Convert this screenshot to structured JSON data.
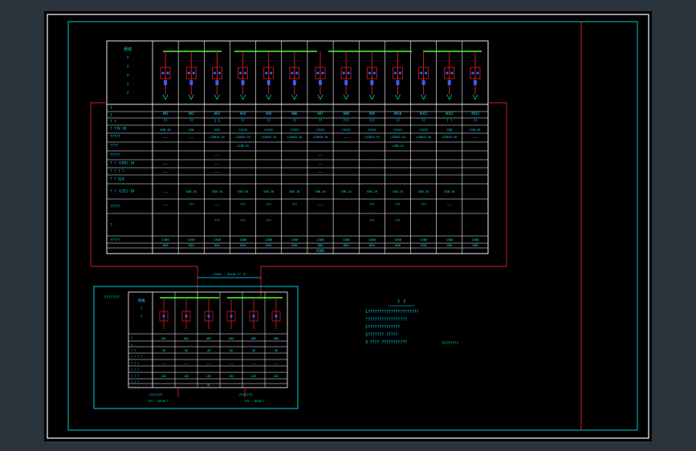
{
  "viewer": {
    "background": "#212830",
    "sheet_color": "#000000",
    "frame_color": "#ffffff",
    "inner_frame_color": "#00c8d8",
    "title_strip_color": "#d02020"
  },
  "colors": {
    "table_line": "#ffffff",
    "text": "#00e5ff",
    "busbar": "#4cff2e",
    "feeder": "#e02020",
    "device": "#3a5cff",
    "cable_link": "#d02020"
  },
  "main_panel": {
    "side_labels": [
      "母线",
      "?",
      "?",
      "?",
      "?",
      "?"
    ],
    "row_labels": [
      "1",
      "1",
      "?  ?",
      "?  YJV-10",
      "?????",
      "????",
      "?????",
      "? ?  (LMZ)-10",
      "? ?  ?  ?",
      "? ?  XLA",
      "? ? (LZZ)-10",
      "?????",
      "?",
      "?????"
    ],
    "columns": [
      {
        "no": "AH1",
        "type": "??",
        "r1": "",
        "r2": "KYN-10",
        "r3": "———",
        "r4": "",
        "r5": "",
        "r6": "———",
        "r7": "———",
        "r8": "———",
        "r9": "———",
        "r10": "",
        "len": "1300",
        "w": "800"
      },
      {
        "no": "AH2",
        "type": "??",
        "r1": "",
        "r2": "XGN",
        "r3": "———",
        "r4": "",
        "r5": "",
        "r6": "",
        "r7": "",
        "r8": "GSN-10",
        "r9": "???",
        "r10": "",
        "len": "1300",
        "w": "800"
      },
      {
        "no": "AH3",
        "type": "1 1",
        "r1": "",
        "r2": "XGN",
        "r3": "LZZBJ9-10",
        "r4": "",
        "r5": "———",
        "r6": "———",
        "r7": "———",
        "r8": "GSN-10",
        "r9": "———",
        "r10": "???",
        "len": "1300",
        "w": "800"
      },
      {
        "no": "AH4",
        "type": "??",
        "r1": "",
        "r2": "YJV22",
        "r3": "LZZBJ9-10",
        "r4": "LZZB-10",
        "r5": "",
        "r6": "",
        "r7": "",
        "r8": "GSN-10",
        "r9": "???",
        "r10": "???",
        "len": "1300",
        "w": "800"
      },
      {
        "no": "AH5",
        "type": "??",
        "r1": "",
        "r2": "YJV22",
        "r3": "LZZBJ9-10",
        "r4": "",
        "r5": "",
        "r6": "",
        "r7": "",
        "r8": "GSN-10",
        "r9": "???",
        "r10": "???",
        "len": "1300",
        "w": "800"
      },
      {
        "no": "AH6",
        "type": "??",
        "r1": "",
        "r2": "YJV22",
        "r3": "LZZBJ9-10",
        "r4": "",
        "r5": "",
        "r6": "",
        "r7": "",
        "r8": "GSN-10",
        "r9": "???",
        "r10": "",
        "len": "1300",
        "w": "800"
      },
      {
        "no": "AH7",
        "type": "??",
        "r1": "",
        "r2": "YJV22",
        "r3": "LZZBJ9-10",
        "r4": "",
        "r5": "———",
        "r6": "———",
        "r7": "———",
        "r8": "GSN-10",
        "r9": "———",
        "r10": "",
        "len": "1300",
        "w": "800"
      },
      {
        "no": "AH8",
        "type": "???",
        "r1": "",
        "r2": "YJV22",
        "r3": "———",
        "r4": "",
        "r5": "",
        "r6": "",
        "r7": "",
        "r8": "GSN-10",
        "r9": "",
        "r10": "",
        "len": "1300",
        "w": "800"
      },
      {
        "no": "AH9",
        "type": "???",
        "r1": "",
        "r2": "YJV22",
        "r3": "LZZBJ9-10",
        "r4": "",
        "r5": "",
        "r6": "",
        "r7": "",
        "r8": "GSN-10",
        "r9": "???",
        "r10": "???",
        "len": "1300",
        "w": "800"
      },
      {
        "no": "AH10",
        "type": "??",
        "r1": "",
        "r2": "YJV22",
        "r3": "LZZBJ9-10",
        "r4": "LZZB-10",
        "r5": "",
        "r6": "",
        "r7": "",
        "r8": "GSN-10",
        "r9": "???",
        "r10": "???",
        "len": "1300",
        "w": "800"
      },
      {
        "no": "AH11",
        "type": "??",
        "r1": "",
        "r2": "YJV22",
        "r3": "LZZBJ9-10",
        "r4": "",
        "r5": "",
        "r6": "",
        "r7": "",
        "r8": "GSN-10",
        "r9": "???",
        "r10": "",
        "len": "1300",
        "w": "800"
      },
      {
        "no": "AH12",
        "type": "? ?",
        "r1": "",
        "r2": "XGN",
        "r3": "LZZBJ9-10",
        "r4": "",
        "r5": "",
        "r6": "",
        "r7": "",
        "r8": "GSN-10",
        "r9": "———",
        "r10": "",
        "len": "1300",
        "w": "800"
      },
      {
        "no": "AH13",
        "type": "??",
        "r1": "",
        "r2": "KYN-10",
        "r3": "———",
        "r4": "",
        "r5": "",
        "r6": "",
        "r7": "",
        "r8": "",
        "r9": "",
        "r10": "",
        "len": "1300",
        "w": "800"
      }
    ],
    "total_label": "9200"
  },
  "cable_label": "YJV22 - 3X120  ?? ??",
  "sub_panel": {
    "title": "???????",
    "side_labels": [
      "母线",
      "?",
      "?"
    ],
    "columns": [
      "AH1",
      "AH2",
      "AH3",
      "AH4",
      "AH5",
      "AH6"
    ],
    "row_labels": [
      "1",
      "1",
      "?  ?",
      "?  ?  ?  ?",
      "?  ?  ?",
      "?  ?  ?",
      "?  ?  ?",
      "?  ?  ?",
      "?  ?  ?"
    ],
    "bottom_label": "4L",
    "feeder_a": "???????",
    "feeder_a_sub": "YJV - 3X120 ?",
    "feeder_b": "???????",
    "feeder_b_sub": "YJV - 3X120 ?"
  },
  "notes": {
    "heading": "? ?",
    "lines": [
      "1??????????????????????",
      "  ??????????????????",
      "2??????????????",
      "3???????  ?????",
      "3 ????  ???????????"
    ],
    "tail": "????????"
  }
}
